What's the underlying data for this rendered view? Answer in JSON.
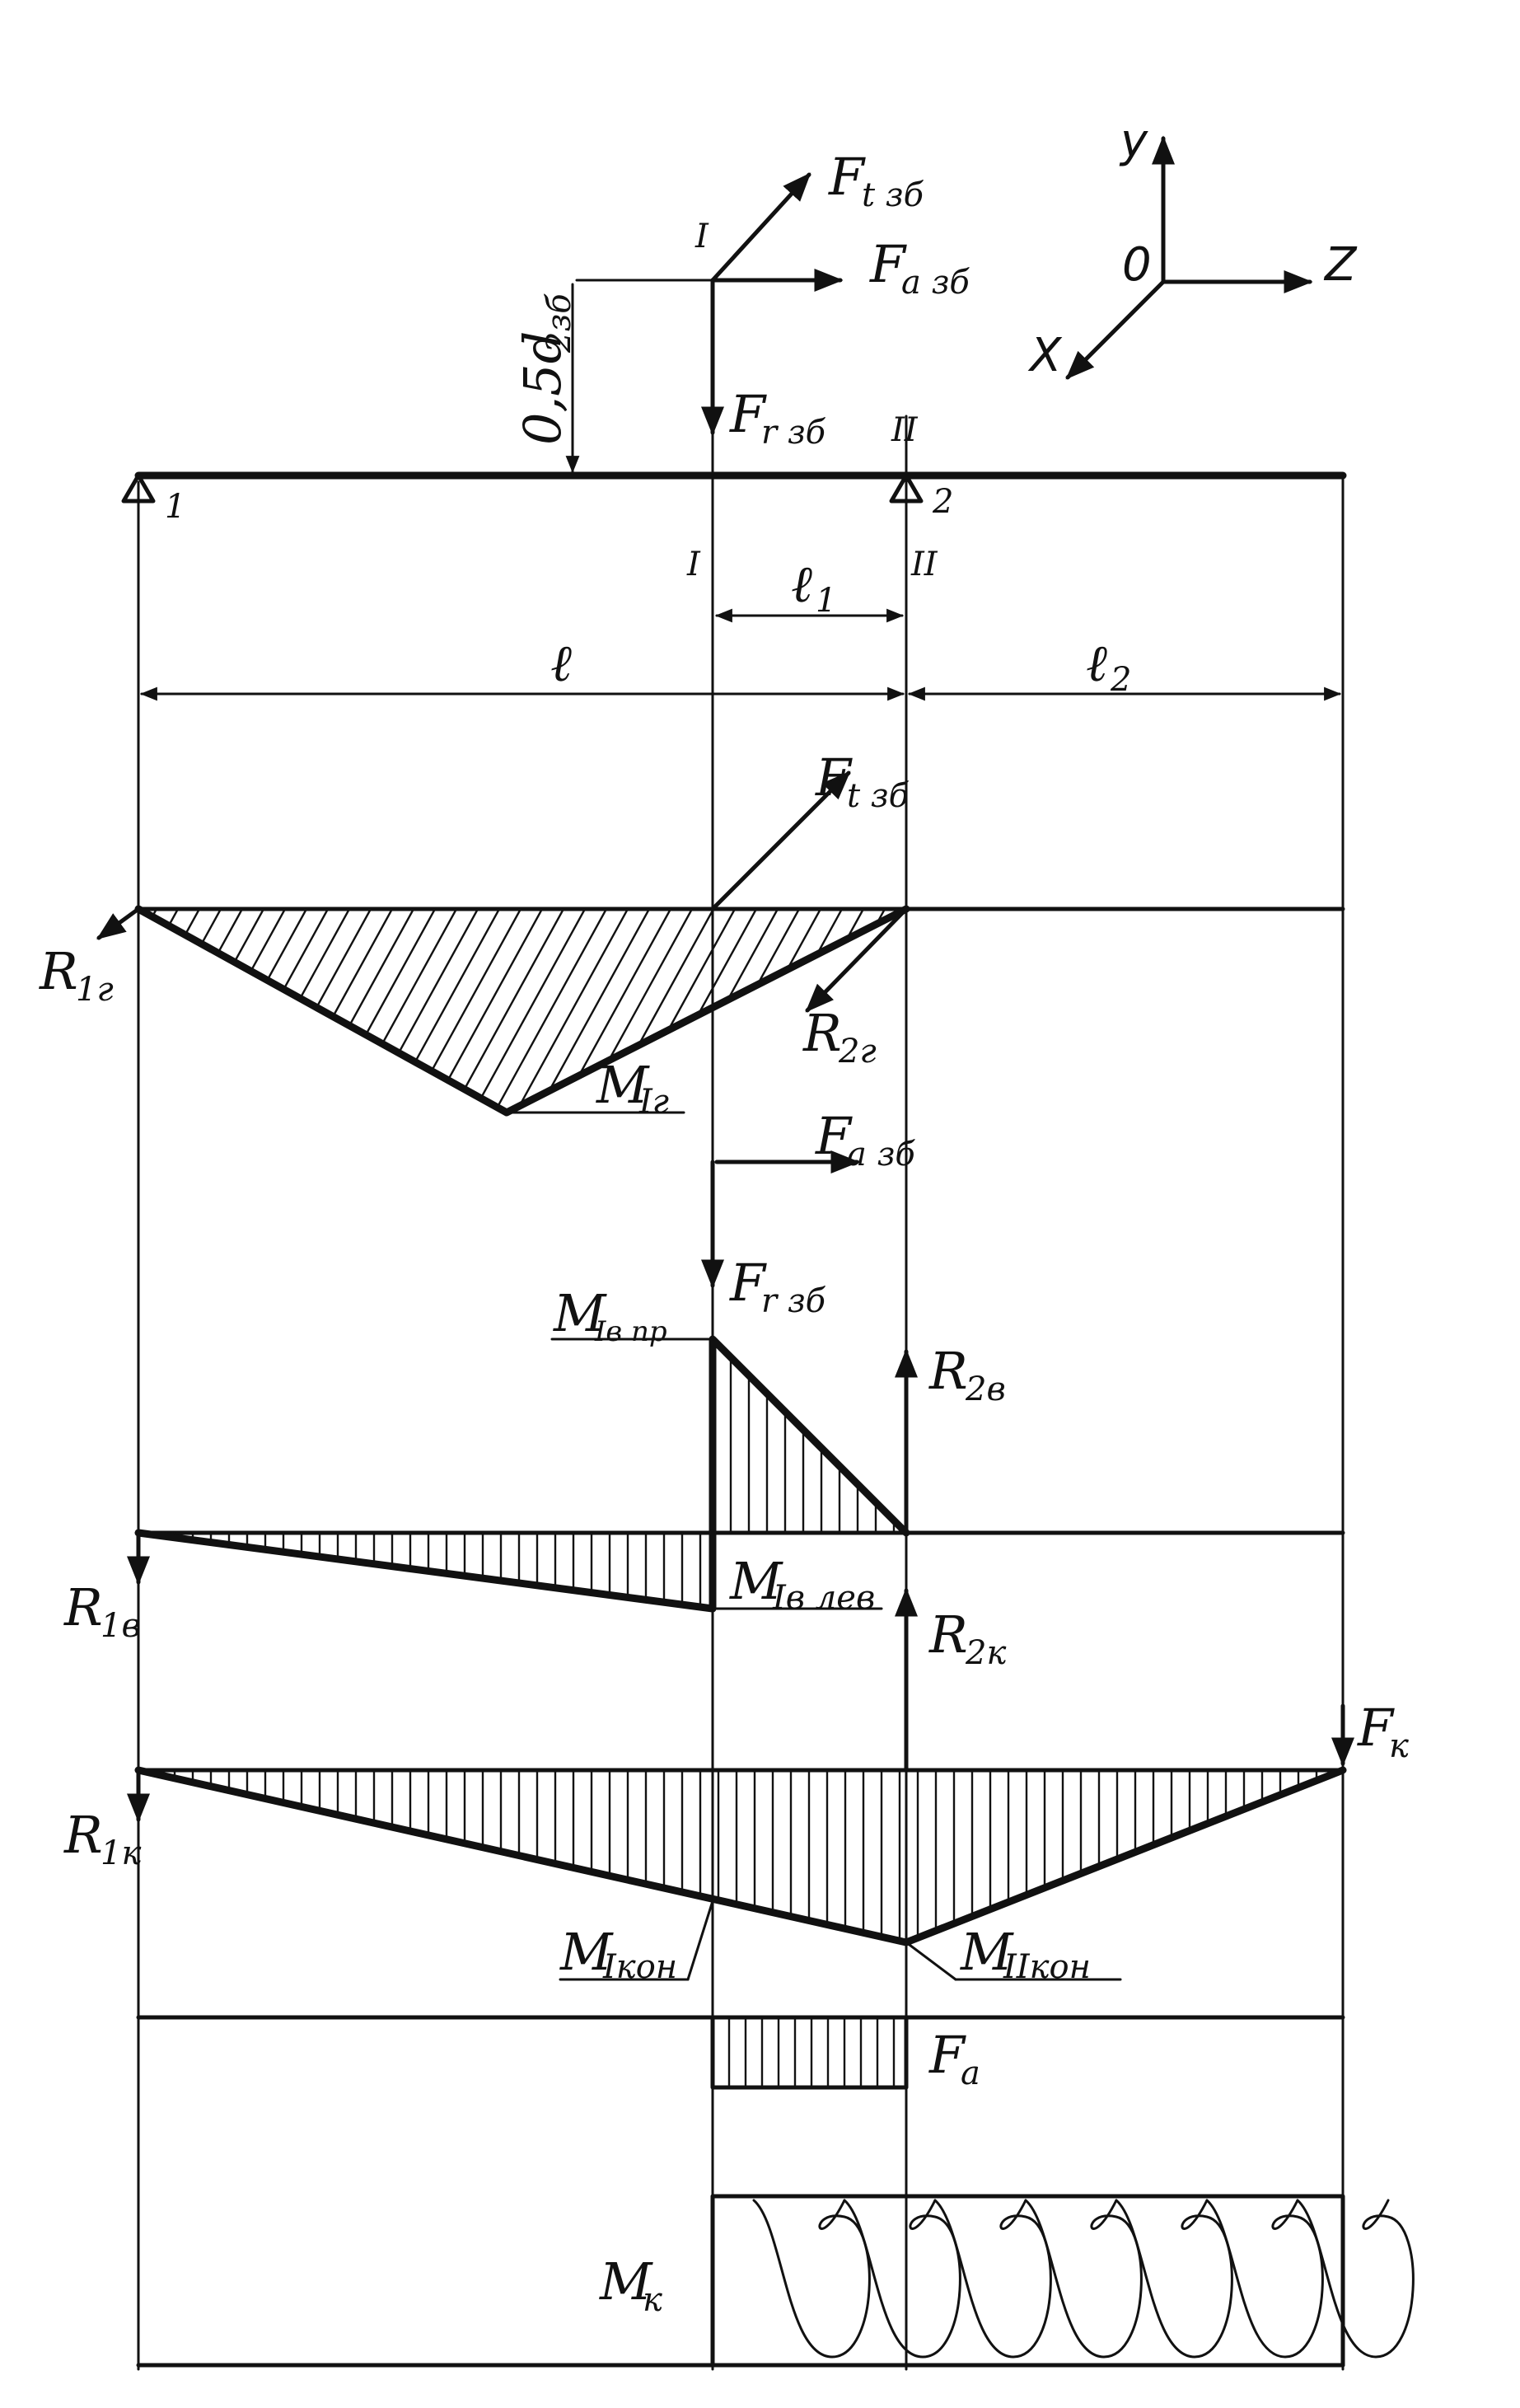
{
  "axes": {
    "y": "y",
    "z": "Z",
    "x": "X",
    "origin": "0"
  },
  "sections": {
    "one": "I",
    "two": "II"
  },
  "supports": {
    "left": "1",
    "right": "2"
  },
  "dims": {
    "half_diameter": "0,5d",
    "half_diameter_sub": "2зб",
    "l": "ℓ",
    "l1": "ℓ",
    "l1_sub": "1",
    "l2": "ℓ",
    "l2_sub": "2"
  },
  "forces": {
    "F": "F",
    "Ft_sub": "t зб",
    "Fa_sub": "a зб",
    "Fr_sub": "r зб",
    "Fk_sub": "к",
    "Fa_plot_sub": "a",
    "R": "R",
    "R1g_sub": "1г",
    "R2g_sub": "2г",
    "R1v_sub": "1в",
    "R2v_sub": "2в",
    "R1k_sub": "1к",
    "R2k_sub": "2к"
  },
  "moments": {
    "M": "M",
    "Mig_sub": "Iг",
    "Mivpr_sub": "Iв пр",
    "Mivlev_sub": "Iв лев",
    "Mikon_sub": "Iкон",
    "Miikon_sub": "IIкон",
    "Mk_sub": "к"
  }
}
